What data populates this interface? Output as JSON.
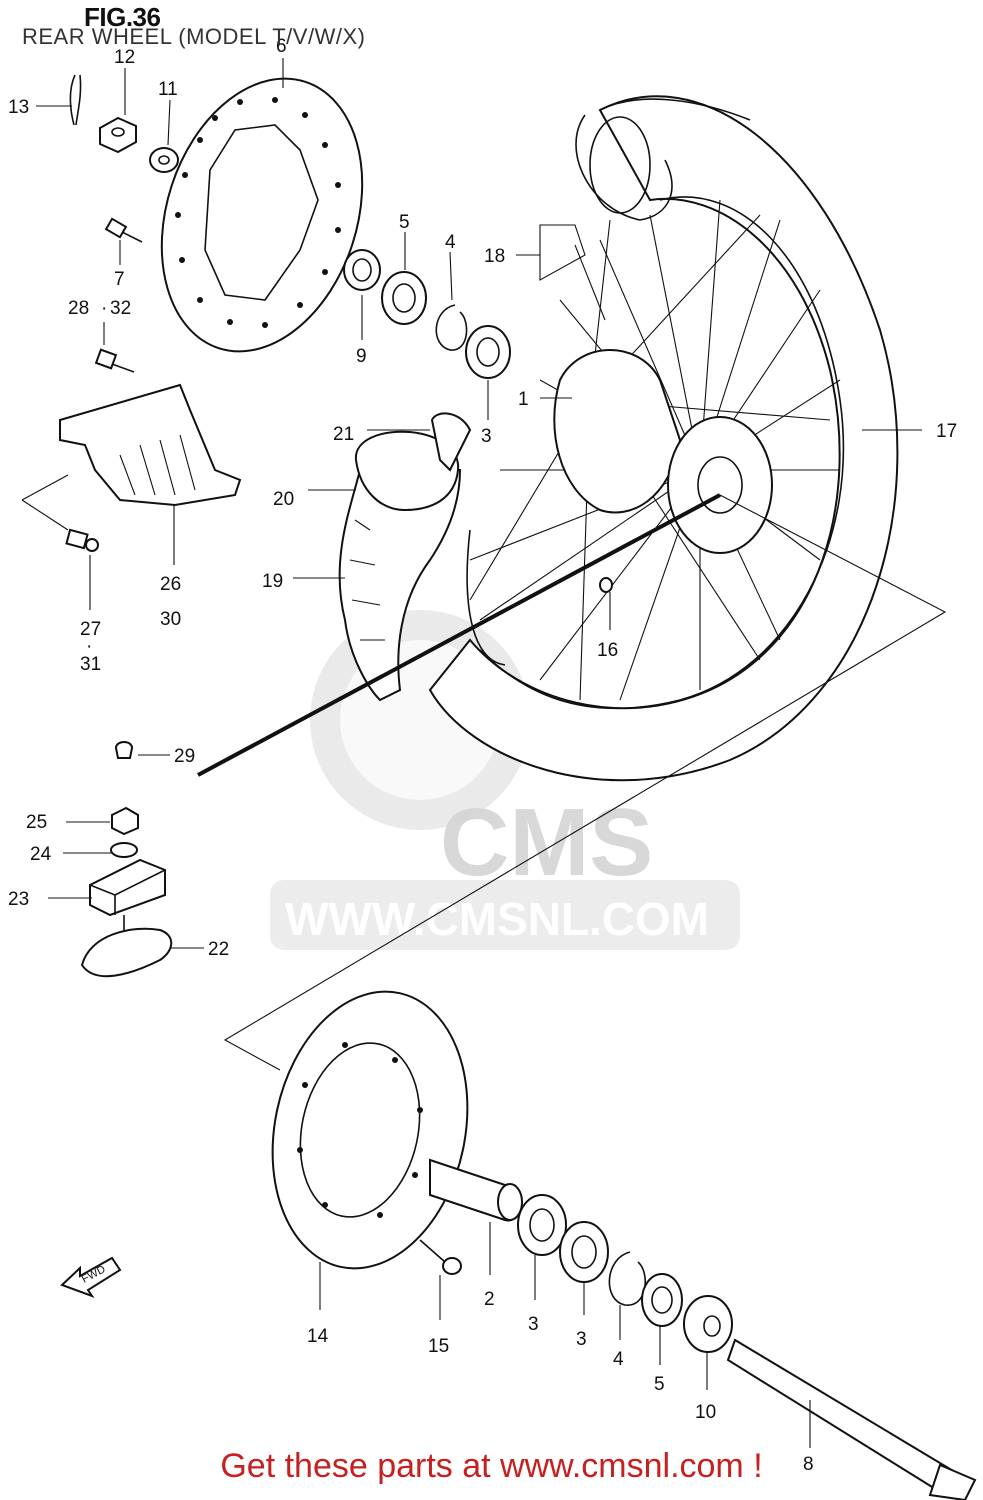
{
  "figure": {
    "title": "FIG.36",
    "subtitle": "REAR WHEEL (MODEL T/V/W/X)"
  },
  "watermark": {
    "brand": "CMS",
    "url": "WWW.CMSNL.COM"
  },
  "fwd_label": "FWD",
  "footer": "Get these parts at www.cmsnl.com !",
  "callouts": {
    "c1": "1",
    "c2": "2",
    "c3a": "3",
    "c3b": "3",
    "c3c": "3",
    "c4a": "4",
    "c4b": "4",
    "c5a": "5",
    "c5b": "5",
    "c6": "6",
    "c7": "7",
    "c8": "8",
    "c9": "9",
    "c10": "10",
    "c11": "11",
    "c12": "12",
    "c13": "13",
    "c14": "14",
    "c15": "15",
    "c16": "16",
    "c17": "17",
    "c18": "18",
    "c19": "19",
    "c20": "20",
    "c21": "21",
    "c22": "22",
    "c23": "23",
    "c24": "24",
    "c25": "25",
    "c26": "26",
    "c27": "27",
    "c28": "28",
    "c29": "29",
    "c30": "30",
    "c31": "31",
    "c32": "32"
  },
  "colors": {
    "footer_text": "#c62020",
    "line_art": "#111111",
    "watermark": "#d4d4d4"
  }
}
